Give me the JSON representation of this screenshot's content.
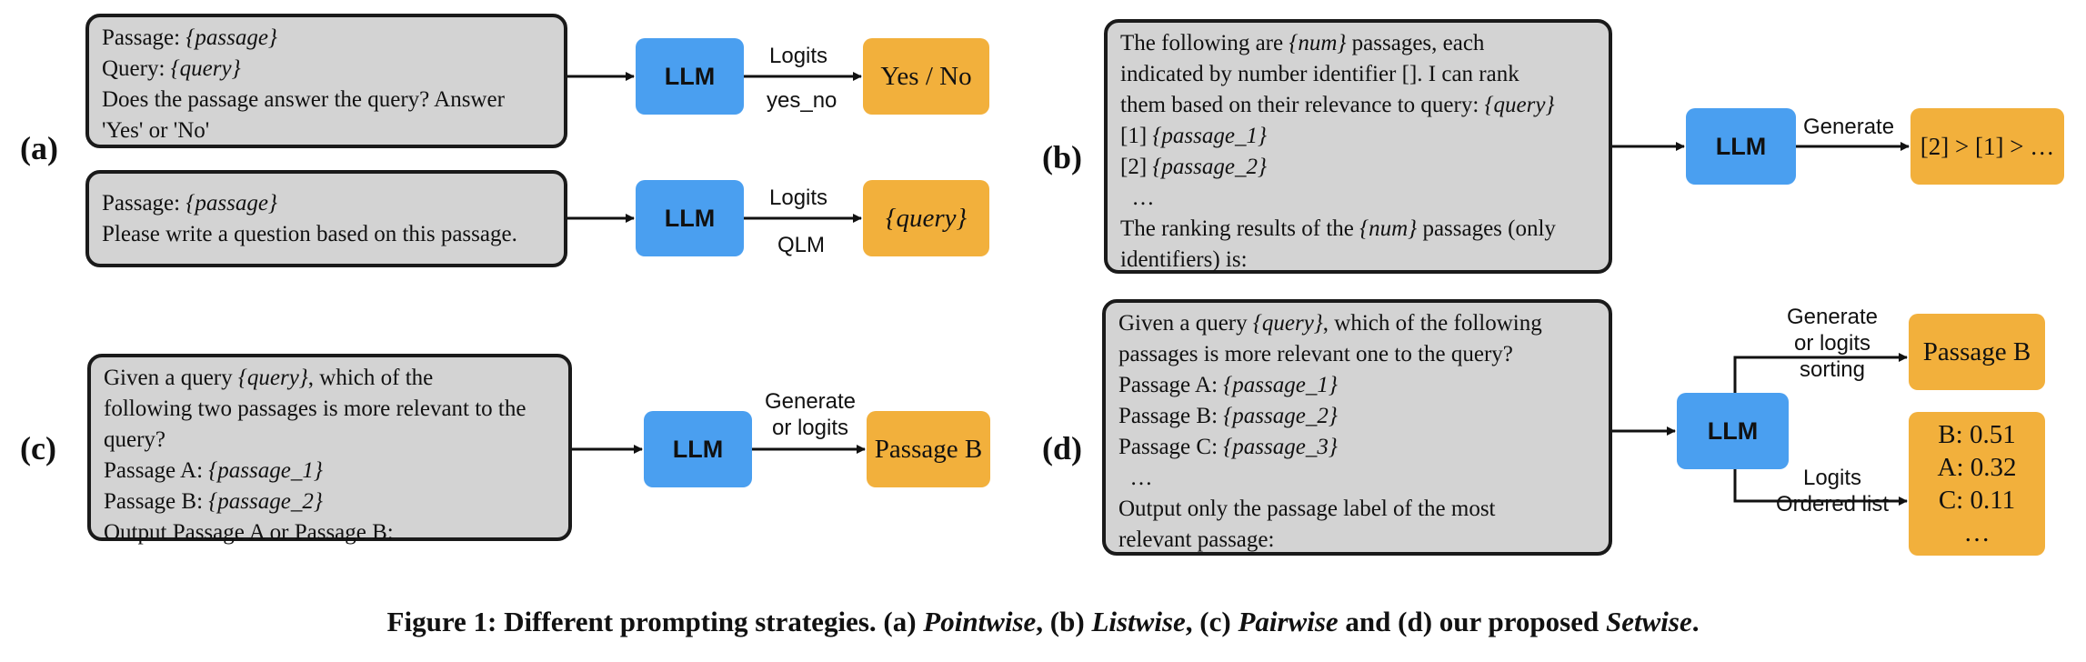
{
  "panels": {
    "a": {
      "label": "(a)",
      "prompt1": [
        [
          [
            "Passage: ",
            false
          ],
          [
            "{passage}",
            true
          ]
        ],
        [
          [
            "Query: ",
            false
          ],
          [
            "{query}",
            true
          ]
        ],
        [
          [
            "Does the passage answer the query? Answer",
            false
          ]
        ],
        [
          [
            "'Yes' or 'No'",
            false
          ]
        ]
      ],
      "llm1": "LLM",
      "edge1_top": "Logits",
      "edge1_bottom": "yes_no",
      "output1": "Yes / No",
      "prompt2": [
        [
          [
            "Passage: ",
            false
          ],
          [
            "{passage}",
            true
          ]
        ],
        [
          [
            "Please write a question based on this passage.",
            false
          ]
        ]
      ],
      "llm2": "LLM",
      "edge2_top": "Logits",
      "edge2_bottom": "QLM",
      "output2": "{query}"
    },
    "b": {
      "label": "(b)",
      "prompt": [
        [
          [
            "The following are ",
            false
          ],
          [
            "{num}",
            true
          ],
          [
            " passages, each",
            false
          ]
        ],
        [
          [
            "indicated by number identifier []. I can rank",
            false
          ]
        ],
        [
          [
            "them based on their relevance to query: ",
            false
          ],
          [
            "{query}",
            true
          ]
        ],
        [
          [
            "[1] ",
            false
          ],
          [
            "{passage_1}",
            true
          ]
        ],
        [
          [
            "[2] ",
            false
          ],
          [
            "{passage_2}",
            true
          ]
        ],
        [
          [
            "  …",
            false
          ]
        ],
        [
          [
            "The ranking results of the ",
            false
          ],
          [
            "{num}",
            true
          ],
          [
            " passages (only",
            false
          ]
        ],
        [
          [
            "identifiers) is:",
            false
          ]
        ]
      ],
      "llm": "LLM",
      "edge_top": "Generate",
      "output": "[2] > [1] > …"
    },
    "c": {
      "label": "(c)",
      "prompt": [
        [
          [
            "Given a query ",
            false
          ],
          [
            "{query}",
            true
          ],
          [
            ", which of the",
            false
          ]
        ],
        [
          [
            "following two passages is more relevant to the",
            false
          ]
        ],
        [
          [
            "query?",
            false
          ]
        ],
        [
          [
            "Passage A: ",
            false
          ],
          [
            "{passage_1}",
            true
          ]
        ],
        [
          [
            "Passage B: ",
            false
          ],
          [
            "{passage_2}",
            true
          ]
        ],
        [
          [
            "Output Passage A or Passage B:",
            false
          ]
        ]
      ],
      "llm": "LLM",
      "edge_top": [
        "Generate",
        "or logits"
      ],
      "output": "Passage B"
    },
    "d": {
      "label": "(d)",
      "prompt": [
        [
          [
            "Given a query ",
            false
          ],
          [
            "{query}",
            true
          ],
          [
            ", which of the following",
            false
          ]
        ],
        [
          [
            "passages is more relevant one to the query?",
            false
          ]
        ],
        [
          [
            "Passage A: ",
            false
          ],
          [
            "{passage_1}",
            true
          ]
        ],
        [
          [
            "Passage B: ",
            false
          ],
          [
            "{passage_2}",
            true
          ]
        ],
        [
          [
            "Passage C: ",
            false
          ],
          [
            "{passage_3}",
            true
          ]
        ],
        [
          [
            "  …",
            false
          ]
        ],
        [
          [
            "Output only the passage label of the most",
            false
          ]
        ],
        [
          [
            "relevant passage:",
            false
          ]
        ]
      ],
      "llm": "LLM",
      "branch_top": [
        "Generate",
        "or logits",
        "sorting"
      ],
      "output_top": "Passage B",
      "branch_bottom": [
        "Logits",
        "Ordered list"
      ],
      "output_bottom": [
        "B: 0.51",
        "A: 0.32",
        "C: 0.11",
        "…"
      ]
    }
  },
  "caption": [
    [
      "Figure 1: Different prompting strategies. (a) ",
      false
    ],
    [
      "Pointwise",
      true
    ],
    [
      ", (b) ",
      false
    ],
    [
      "Listwise",
      true
    ],
    [
      ", (c) ",
      false
    ],
    [
      "Pairwise",
      true
    ],
    [
      " and (d) our proposed ",
      false
    ],
    [
      "Setwise",
      true
    ],
    [
      ".",
      false
    ]
  ]
}
